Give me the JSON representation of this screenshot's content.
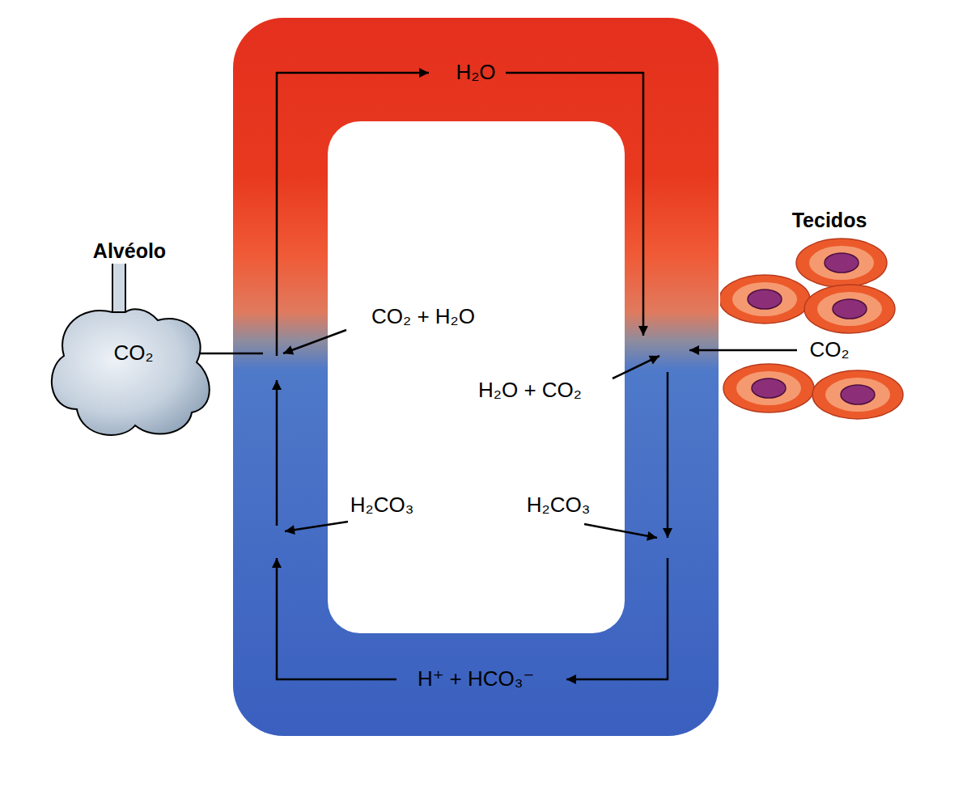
{
  "diagram": {
    "nodes": [
      {
        "text": [
          "Alvéolo",
          "CO₂"
        ]
      },
      {
        "text": [
          "Tecidos",
          "CO₂"
        ]
      }
    ],
    "labels": [
      "H₂O",
      "CO₂ + H₂O",
      "H₂O + CO₂",
      "H₂CO₃",
      "H₂CO₃",
      "H⁺ + HCO₃⁻"
    ]
  }
}
